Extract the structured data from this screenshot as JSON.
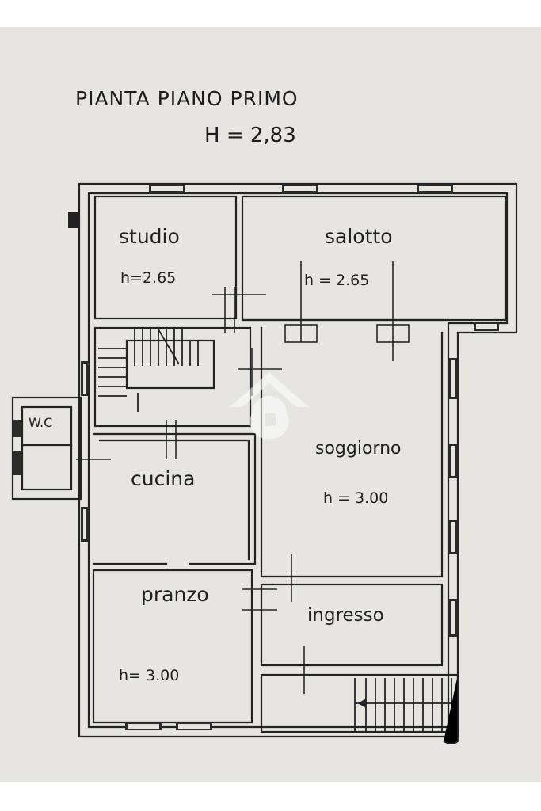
{
  "plan": {
    "title": "PIANTA PIANO PRIMO",
    "height_label": "H = 2,83"
  },
  "rooms": {
    "studio": {
      "name": "studio",
      "height": "h=2.65"
    },
    "salotto": {
      "name": "salotto",
      "height": "h = 2.65"
    },
    "wc": {
      "name": "W.C"
    },
    "soggiorno": {
      "name": "soggiorno",
      "height": "h = 3.00"
    },
    "cucina": {
      "name": "cucina"
    },
    "pranzo": {
      "name": "pranzo",
      "height": "h= 3.00"
    },
    "ingresso": {
      "name": "ingresso"
    }
  },
  "colors": {
    "paper": "#e6e5e0",
    "ink": "#1f1f1f",
    "margin": "#ffffff",
    "watermark": "#ffffff"
  },
  "icons": {
    "watermark": "house-logo-icon"
  }
}
